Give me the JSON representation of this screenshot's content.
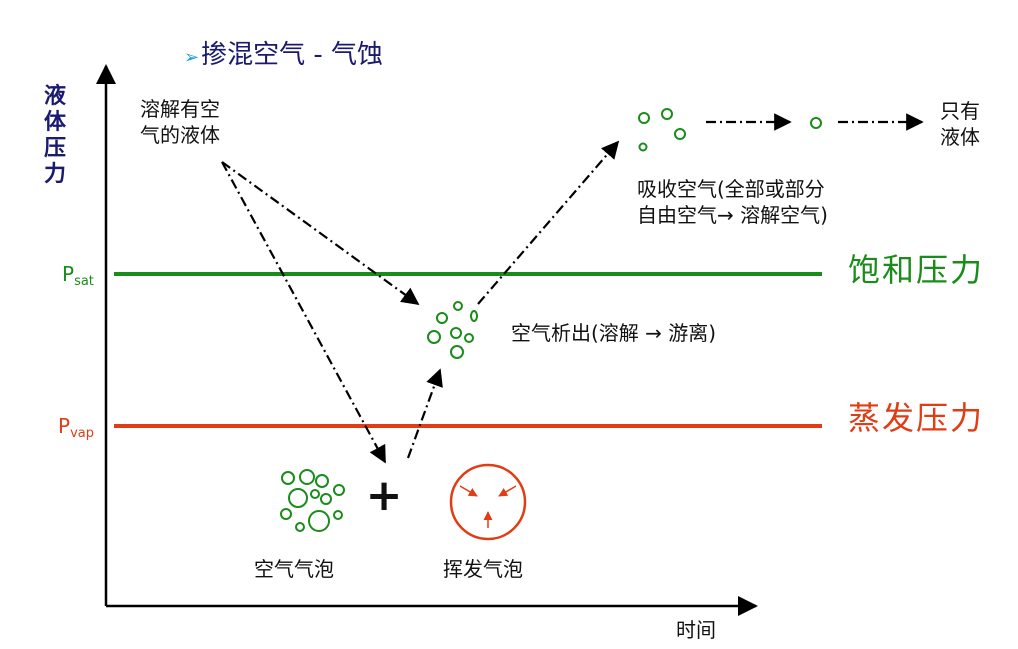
{
  "title": "掺混空气 - 气蚀",
  "title_marker": "➢",
  "y_axis_label": "液体压力",
  "x_axis_label": "时间",
  "p_sat": {
    "main": "P",
    "sub": "sat"
  },
  "p_vap": {
    "main": "P",
    "sub": "vap"
  },
  "saturation_label": "饱和压力",
  "vapor_label": "蒸发压力",
  "dissolved_liquid": [
    "溶解有空",
    "气的液体"
  ],
  "only_liquid": [
    "只有",
    "液体"
  ],
  "absorb_air": [
    "吸收空气(全部或部分",
    "自由空气→ 溶解空气)"
  ],
  "air_release": "空气析出(溶解 → 游离)",
  "plus_sign": "+",
  "air_bubble_label": "空气气泡",
  "vapor_bubble_label": "挥发气泡",
  "colors": {
    "saturation": "#1a8c1a",
    "vapor": "#e23c14",
    "title": "#1a1a6e",
    "marker": "#1ba0d8"
  }
}
